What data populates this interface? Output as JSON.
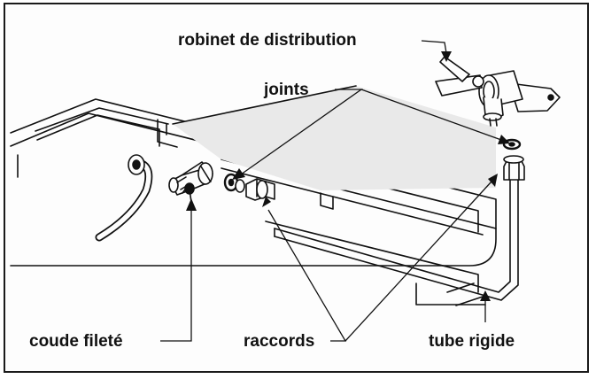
{
  "labels": {
    "robinet": "robinet de distribution",
    "joints": "joints",
    "coude": "coude fileté",
    "raccords": "raccords",
    "tube": "tube rigide"
  },
  "colors": {
    "ink": "#111111",
    "paper": "#fdfdfd",
    "shade": "#cfcfcf"
  }
}
